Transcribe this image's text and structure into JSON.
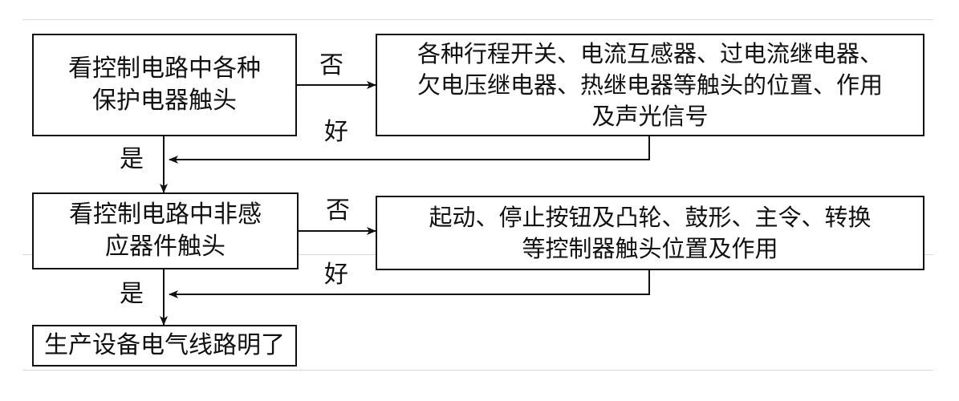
{
  "diagram": {
    "nodes": {
      "check_protection": {
        "text": "看控制电路中各种\n保护电器触头"
      },
      "protection_detail": {
        "text": "各种行程开关、电流互感器、过电流继电器、\n欠电压继电器、热继电器等触头的位置、作用\n及声光信号"
      },
      "check_nonsensing": {
        "text": "看控制电路中非感\n应器件触头"
      },
      "nonsensing_detail": {
        "text": "起动、停止按钮及凸轮、鼓形、主令、转换\n等控制器触头位置及作用"
      },
      "result": {
        "text": "生产设备电气线路明了"
      }
    },
    "edges": {
      "no_1": {
        "label": "否"
      },
      "good_1": {
        "label": "好"
      },
      "yes_1": {
        "label": "是"
      },
      "no_2": {
        "label": "否"
      },
      "good_2": {
        "label": "好"
      },
      "yes_2": {
        "label": "是"
      }
    },
    "colors": {
      "stroke": "#111111",
      "text": "#111111",
      "frame": "#d9d9d9",
      "background": "#ffffff"
    }
  }
}
